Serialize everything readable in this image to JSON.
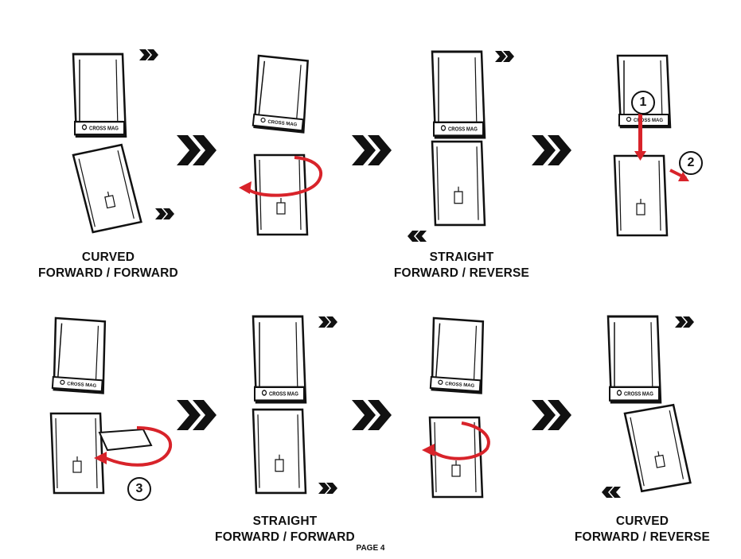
{
  "captions": {
    "curved_forward_forward": [
      "CURVED",
      "FORWARD / FORWARD"
    ],
    "straight_forward_reverse": [
      "STRAIGHT",
      "FORWARD / REVERSE"
    ],
    "straight_forward_forward": [
      "STRAIGHT",
      "FORWARD / FORWARD"
    ],
    "curved_forward_reverse": [
      "CURVED",
      "FORWARD / REVERSE"
    ]
  },
  "step_badges": [
    "1",
    "2",
    "3"
  ],
  "footer": "PAGE 4",
  "colors": {
    "ink": "#111111",
    "accent_red": "#d8232a",
    "fill": "#ffffff"
  },
  "icons": [
    "chevron-double-right-icon",
    "chevron-double-left-icon",
    "rotation-arrow-icon",
    "down-arrow-icon"
  ]
}
